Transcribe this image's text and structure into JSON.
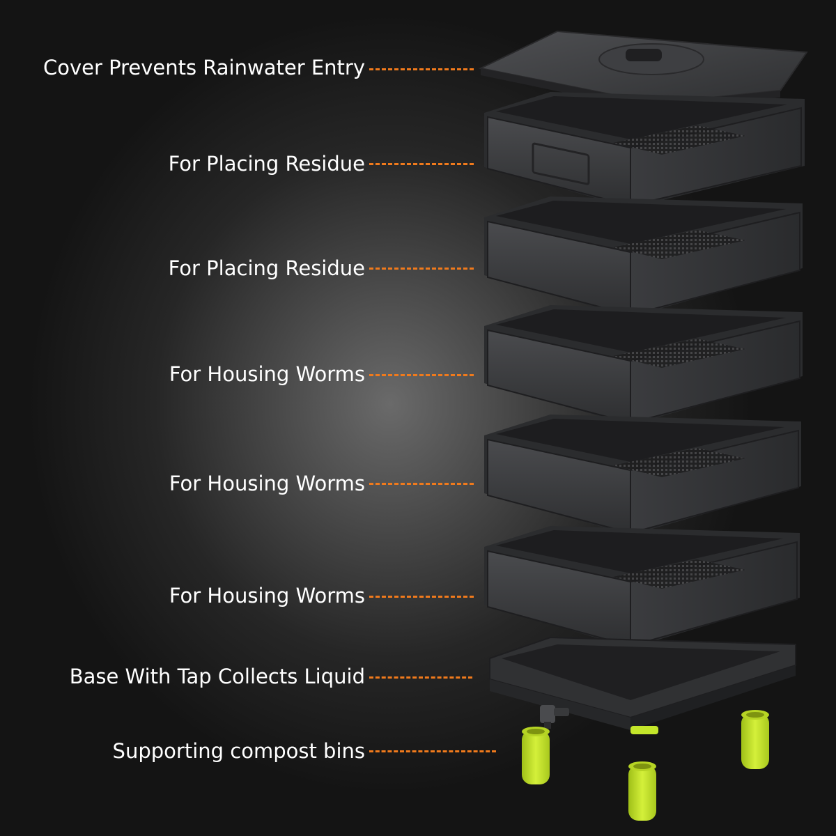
{
  "labels": [
    "Cover Prevents Rainwater Entry",
    "For Placing Residue",
    "For Placing Residue",
    "For Housing Worms",
    "For Housing Worms",
    "For Housing Worms",
    "Base With Tap Collects Liquid",
    "Supporting compost bins"
  ],
  "colors": {
    "leader_line": "#f07a1c",
    "tray_body": "#3a3b3d",
    "support_bin": "#c4e62a"
  }
}
